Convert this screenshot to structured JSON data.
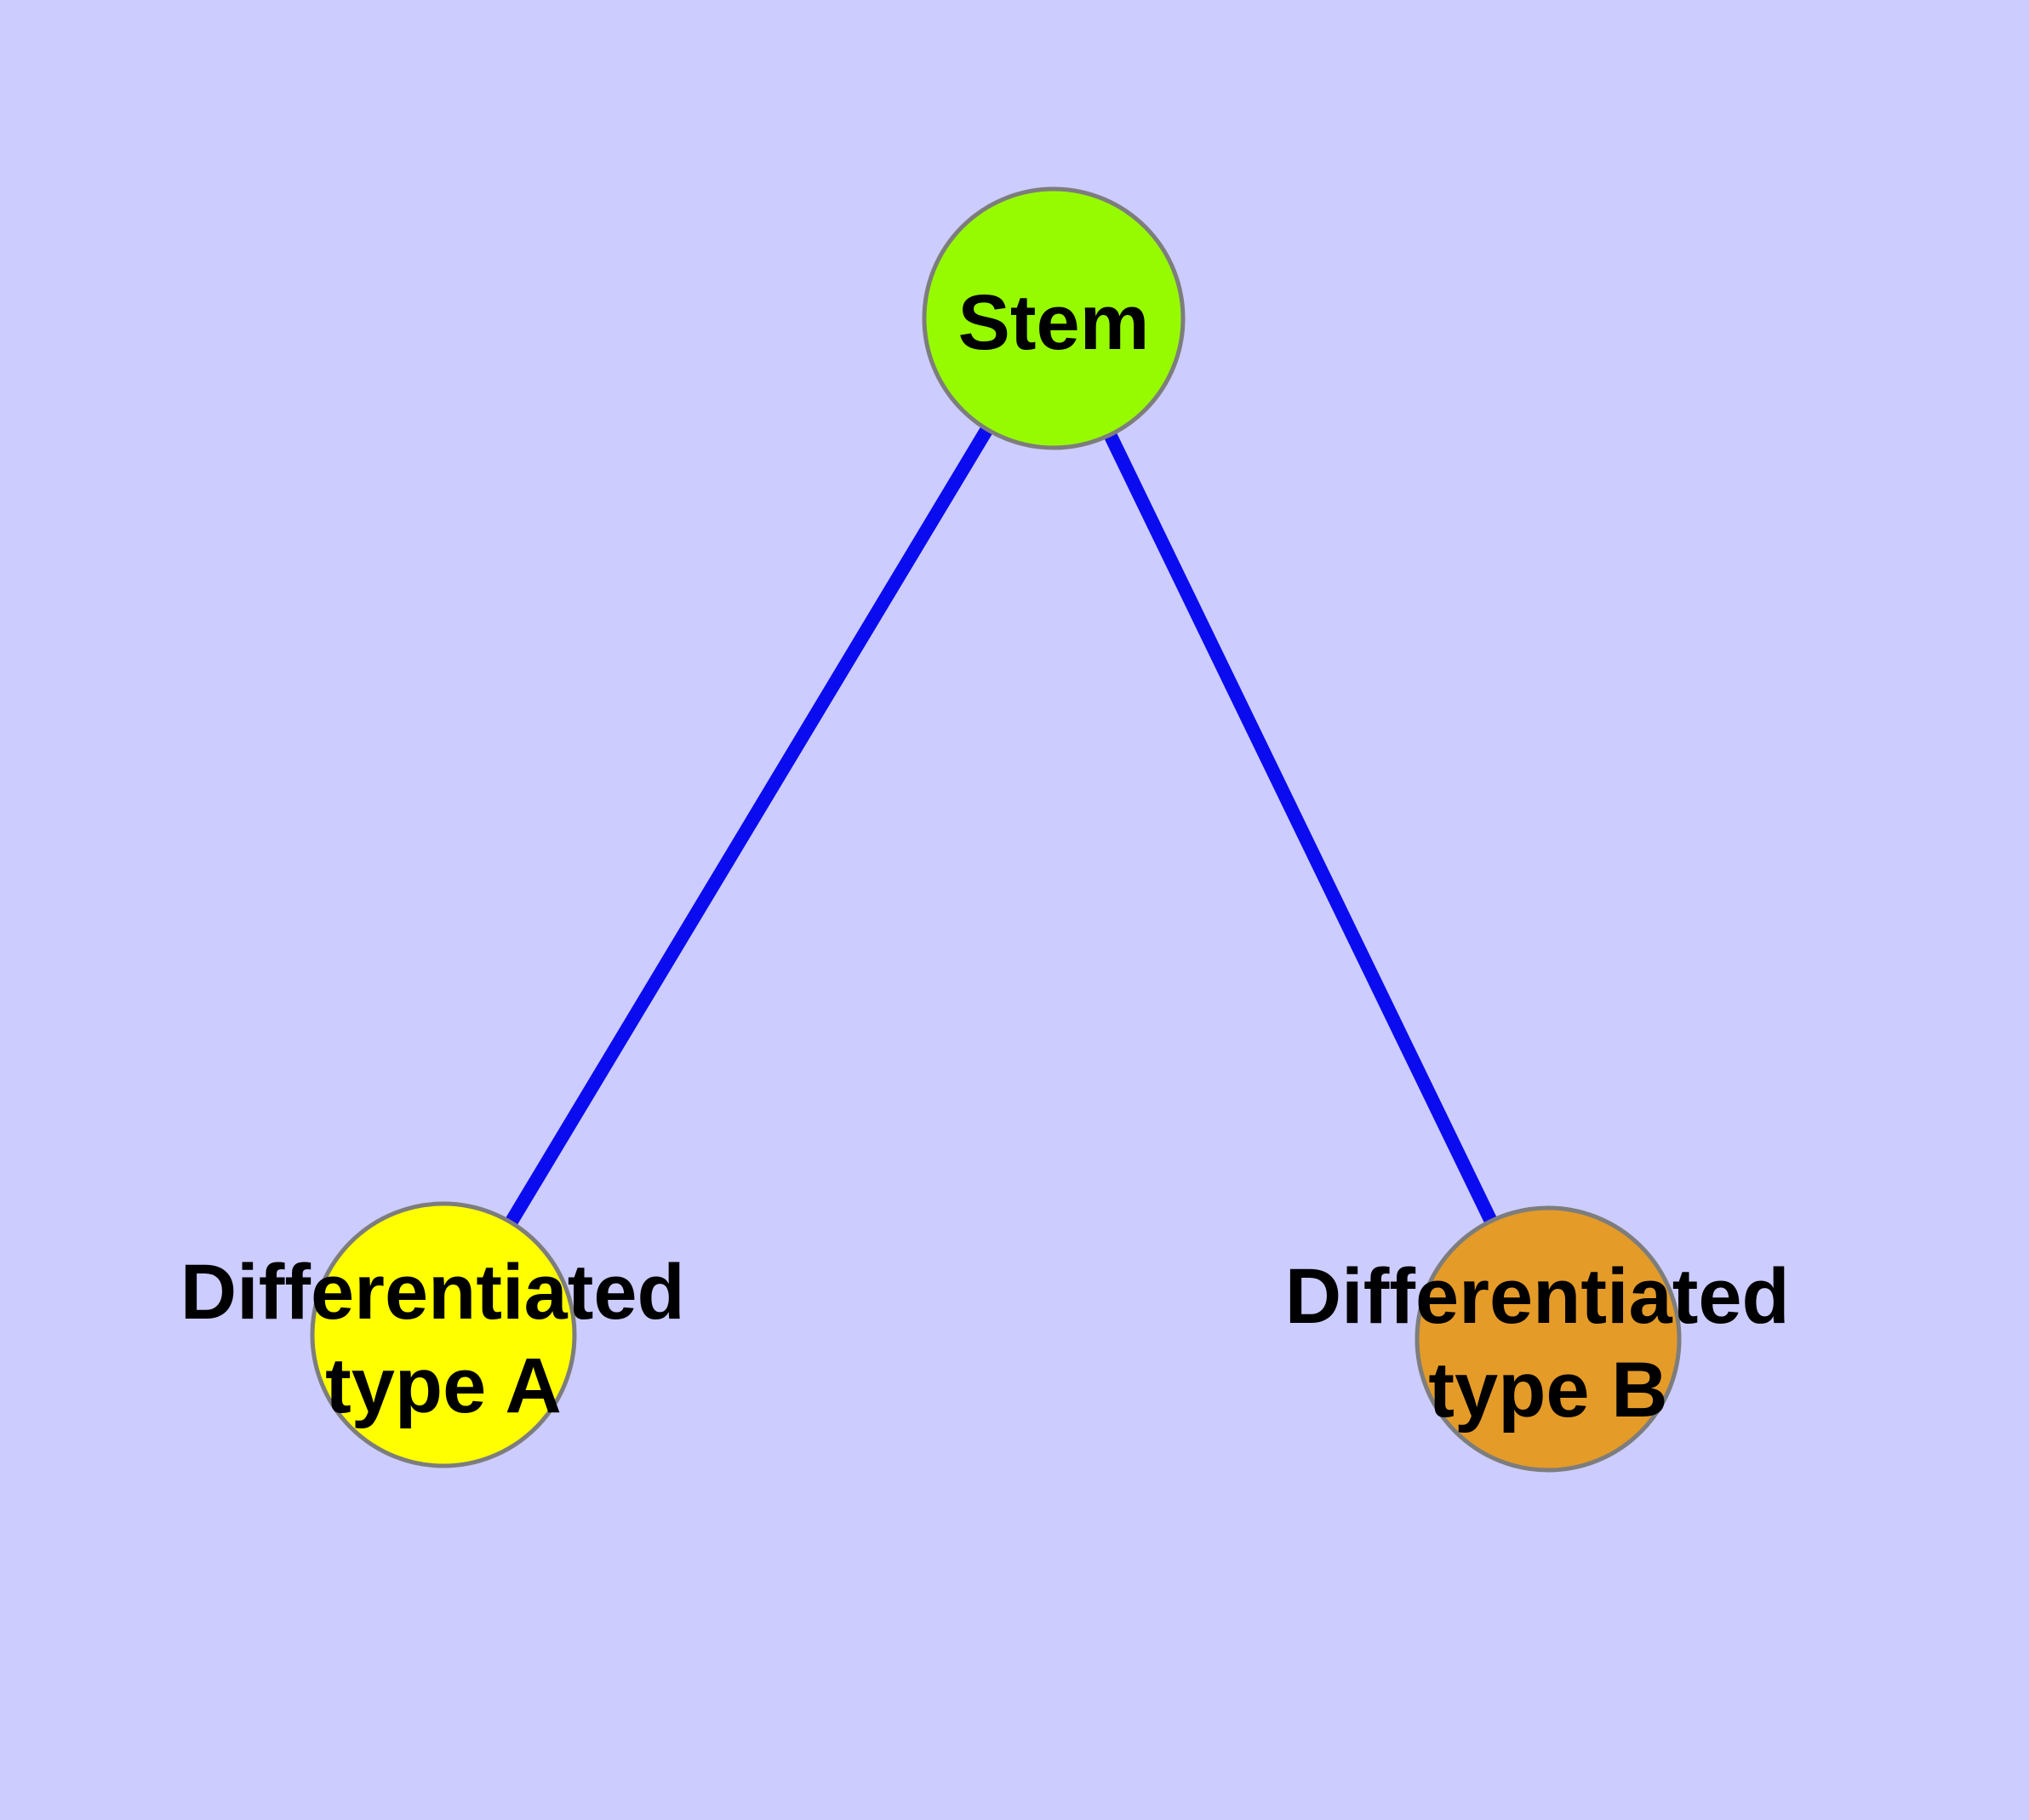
{
  "canvas": {
    "background_color": "#CCCCFF"
  },
  "graph": {
    "type": "node-link-tree",
    "nodes": [
      {
        "id": "stem",
        "label": "Stem",
        "fill_color": "#97FB00",
        "border_color": "#7D7D7D",
        "text_color": "#000000"
      },
      {
        "id": "differentiated-type-a",
        "label": "Differentiated type A",
        "label_lines": [
          "Differentiated",
          "type A"
        ],
        "fill_color": "#FFFF00",
        "border_color": "#7D7D7D",
        "text_color": "#000000"
      },
      {
        "id": "differentiated-type-b",
        "label": "Differentiated type B",
        "label_lines": [
          "Differentiated",
          "type B"
        ],
        "fill_color": "#E59B28",
        "border_color": "#7D7D7D",
        "text_color": "#000000"
      }
    ],
    "edges": [
      {
        "from": "stem",
        "to": "differentiated-type-a",
        "color": "#0B0BF0"
      },
      {
        "from": "stem",
        "to": "differentiated-type-b",
        "color": "#0B0BF0"
      }
    ]
  }
}
